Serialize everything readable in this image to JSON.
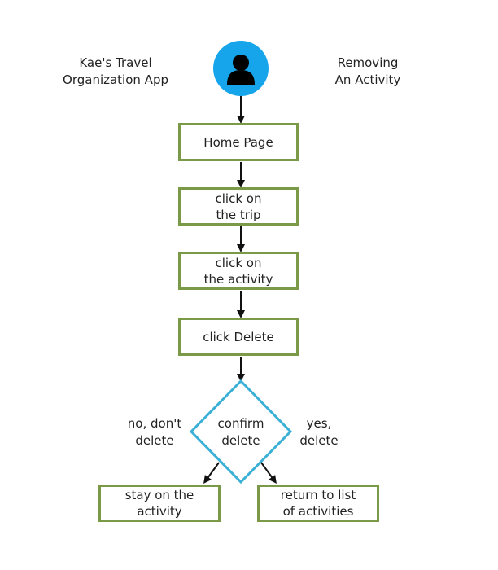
{
  "header": {
    "app_title": [
      "Kae's Travel",
      "Organization App"
    ],
    "flow_title": [
      "Removing",
      "An Activity"
    ]
  },
  "steps": [
    {
      "lines": [
        "Home Page"
      ]
    },
    {
      "lines": [
        "click on",
        "the trip"
      ]
    },
    {
      "lines": [
        "click on",
        "the activity"
      ]
    },
    {
      "lines": [
        "click Delete"
      ]
    }
  ],
  "decision": {
    "lines": [
      "confirm",
      "delete"
    ],
    "no_label": [
      "no, don't",
      "delete"
    ],
    "yes_label": [
      "yes,",
      "delete"
    ]
  },
  "outcomes": {
    "no": {
      "lines": [
        "stay on the",
        "activity"
      ]
    },
    "yes": {
      "lines": [
        "return to list",
        "of activities"
      ]
    }
  },
  "colors": {
    "box_border": "#7a9a48",
    "diamond_border": "#3ab0d6",
    "user_circle": "#16a5ea",
    "arrow": "#111111"
  },
  "icons": {
    "user": "user-icon"
  }
}
